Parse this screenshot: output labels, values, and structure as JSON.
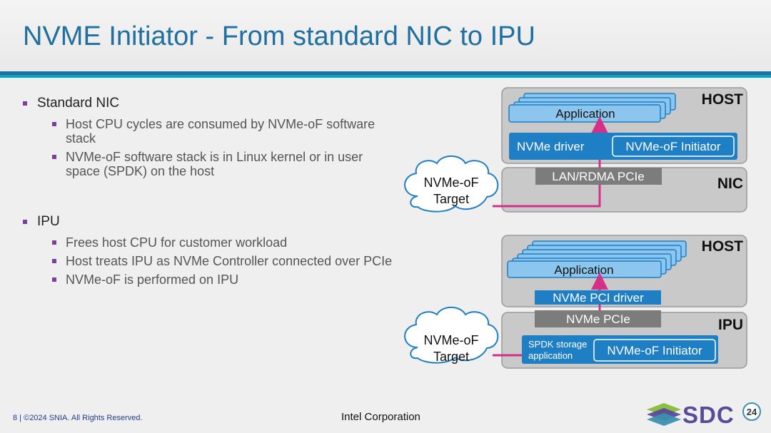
{
  "title": "NVME Initiator - From standard NIC to IPU",
  "bullets": [
    {
      "label": "Standard NIC",
      "sub": [
        "Host CPU cycles are consumed by NVMe-oF software stack",
        "NVMe-oF software stack is in Linux kernel or in user space (SPDK) on the host"
      ]
    },
    {
      "label": "IPU",
      "sub": [
        "Frees host CPU for customer workload",
        "Host treats IPU as NVMe Controller connected over PCIe",
        "NVMe-oF is performed on IPU"
      ]
    }
  ],
  "diagram_top": {
    "host_label": "HOST",
    "nic_label": "NIC",
    "application": "Application",
    "nvme_driver": "NVMe driver",
    "nvmeof_initiator": "NVMe-oF Initiator",
    "link": "LAN/RDMA PCIe",
    "target_line1": "NVMe-oF",
    "target_line2": "Target"
  },
  "diagram_bottom": {
    "host_label": "HOST",
    "ipu_label": "IPU",
    "application": "Application",
    "pci_driver": "NVMe PCI driver",
    "link": "NVMe PCIe",
    "spdk_line1": "SPDK storage",
    "spdk_line2": "application",
    "nvmeof_initiator": "NVMe-oF Initiator",
    "target_line1": "NVMe-oF",
    "target_line2": "Target"
  },
  "footer": {
    "left": "8 | ©2024 SNIA. All Rights Reserved.",
    "center": "Intel Corporation",
    "logo_text": "SDC",
    "logo_year": "24"
  },
  "colors": {
    "title": "#1f6f9f",
    "accent_blue": "#1f7fc4",
    "app_blue": "#8cc6ee",
    "magenta": "#d4308a",
    "box_gray": "#c9c9c9",
    "bullet_purple": "#7b3fa0"
  }
}
